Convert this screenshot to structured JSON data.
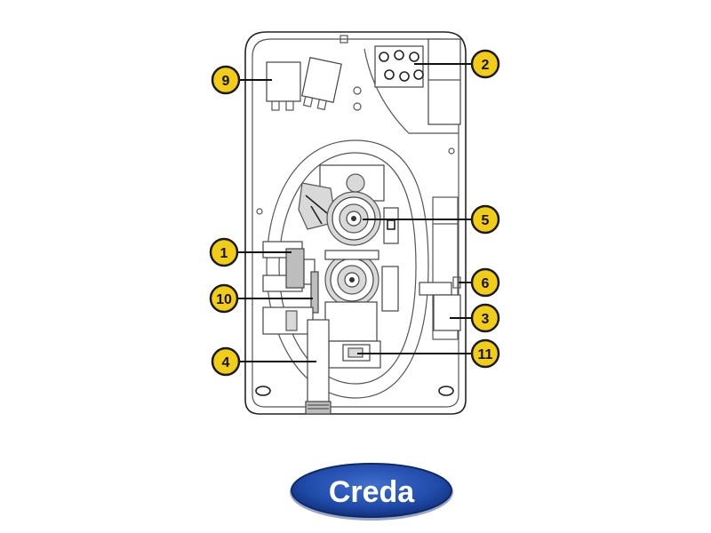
{
  "brand": {
    "logo_text": "Creda"
  },
  "colors": {
    "callout_fill": "#f2cd18",
    "logo_blue": "#1f4aa8",
    "line": "#555555"
  },
  "callouts": [
    "1",
    "2",
    "3",
    "4",
    "5",
    "6",
    "9",
    "10",
    "11"
  ]
}
